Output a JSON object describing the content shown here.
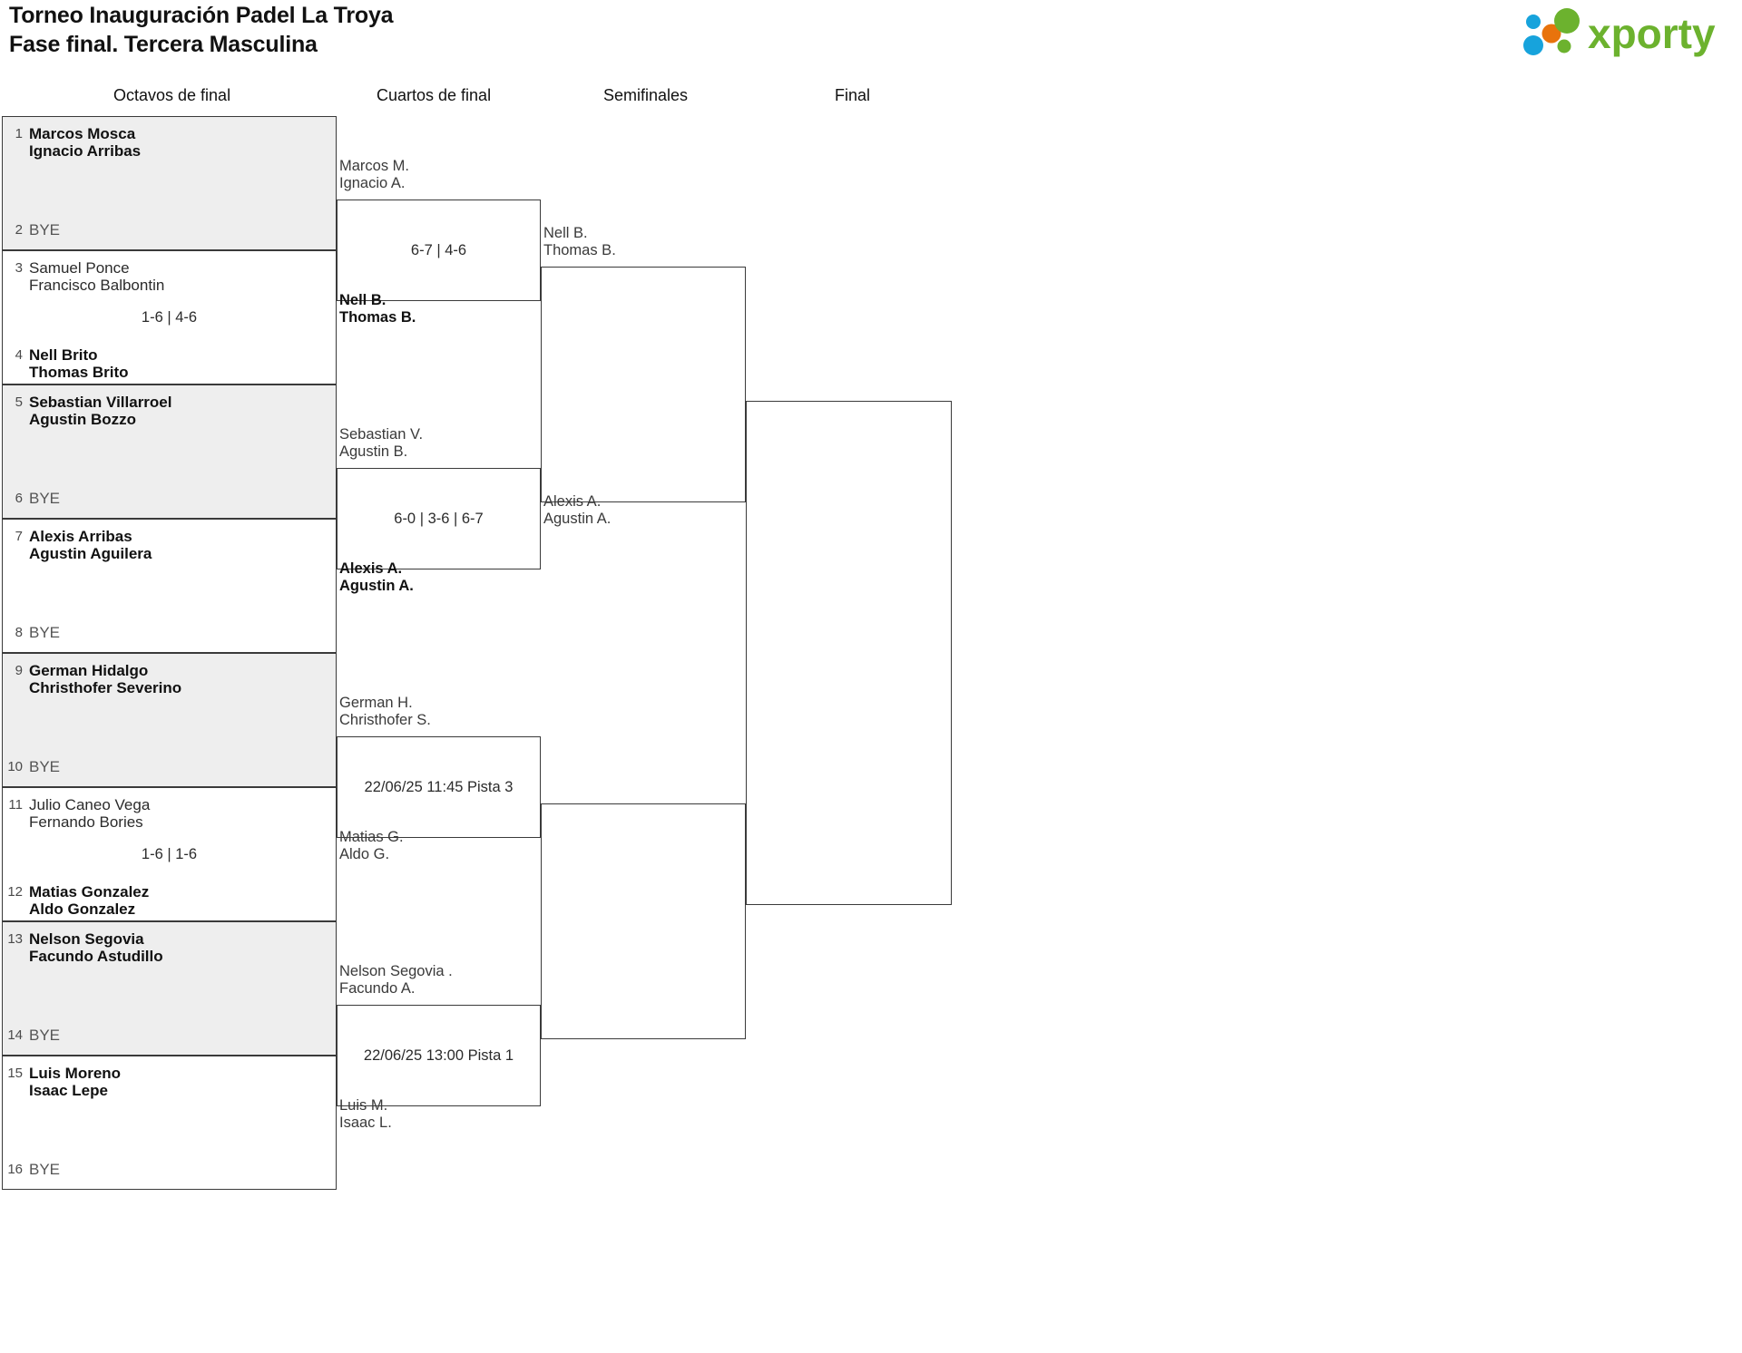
{
  "header": {
    "title_line1": "Torneo Inauguración Padel La Troya",
    "title_line2": "Fase final. Tercera Masculina",
    "logo_text": "xporty",
    "logo_colors": {
      "green": "#6cb22e",
      "blue": "#17a3dc",
      "orange": "#e8730c"
    }
  },
  "rounds": [
    {
      "label": "Octavos de final"
    },
    {
      "label": "Cuartos de final"
    },
    {
      "label": "Semifinales"
    },
    {
      "label": "Final"
    }
  ],
  "bye_label": "BYE",
  "round1": {
    "matches": [
      {
        "shaded": true,
        "top": {
          "seed": "1",
          "players": [
            "Marcos Mosca",
            "Ignacio Arribas"
          ],
          "winner": true,
          "bye": false
        },
        "bottom": {
          "seed": "2",
          "players": [],
          "winner": false,
          "bye": true
        },
        "result": ""
      },
      {
        "shaded": false,
        "top": {
          "seed": "3",
          "players": [
            "Samuel Ponce",
            "Francisco Balbontin"
          ],
          "winner": false,
          "bye": false
        },
        "bottom": {
          "seed": "4",
          "players": [
            "Nell Brito",
            "Thomas Brito"
          ],
          "winner": true,
          "bye": false
        },
        "result": "1-6 | 4-6"
      },
      {
        "shaded": true,
        "top": {
          "seed": "5",
          "players": [
            "Sebastian Villarroel",
            "Agustin Bozzo"
          ],
          "winner": true,
          "bye": false
        },
        "bottom": {
          "seed": "6",
          "players": [],
          "winner": false,
          "bye": true
        },
        "result": ""
      },
      {
        "shaded": false,
        "top": {
          "seed": "7",
          "players": [
            "Alexis Arribas",
            "Agustin Aguilera"
          ],
          "winner": true,
          "bye": false
        },
        "bottom": {
          "seed": "8",
          "players": [],
          "winner": false,
          "bye": true
        },
        "result": ""
      },
      {
        "shaded": true,
        "top": {
          "seed": "9",
          "players": [
            "German Hidalgo",
            "Christhofer Severino"
          ],
          "winner": true,
          "bye": false
        },
        "bottom": {
          "seed": "10",
          "players": [],
          "winner": false,
          "bye": true
        },
        "result": ""
      },
      {
        "shaded": false,
        "top": {
          "seed": "11",
          "players": [
            "Julio Caneo Vega",
            "Fernando Bories"
          ],
          "winner": false,
          "bye": false
        },
        "bottom": {
          "seed": "12",
          "players": [
            "Matias Gonzalez",
            "Aldo Gonzalez"
          ],
          "winner": true,
          "bye": false
        },
        "result": "1-6 | 1-6"
      },
      {
        "shaded": true,
        "top": {
          "seed": "13",
          "players": [
            "Nelson Segovia",
            "Facundo Astudillo"
          ],
          "winner": true,
          "bye": false
        },
        "bottom": {
          "seed": "14",
          "players": [],
          "winner": false,
          "bye": true
        },
        "result": ""
      },
      {
        "shaded": false,
        "top": {
          "seed": "15",
          "players": [
            "Luis Moreno",
            "Isaac Lepe"
          ],
          "winner": true,
          "bye": false
        },
        "bottom": {
          "seed": "16",
          "players": [],
          "winner": false,
          "bye": true
        },
        "result": ""
      }
    ]
  },
  "quarterfinals": {
    "matches": [
      {
        "top": {
          "players": [
            "Marcos M.",
            "Ignacio A."
          ],
          "winner": false
        },
        "bottom": {
          "players": [
            "Nell B.",
            "Thomas B."
          ],
          "winner": true
        },
        "result": "6-7 | 4-6"
      },
      {
        "top": {
          "players": [
            "Sebastian V.",
            "Agustin B."
          ],
          "winner": false
        },
        "bottom": {
          "players": [
            "Alexis A.",
            "Agustin A."
          ],
          "winner": true
        },
        "result": "6-0 | 3-6 | 6-7"
      },
      {
        "top": {
          "players": [
            "German H.",
            "Christhofer S."
          ],
          "winner": false
        },
        "bottom": {
          "players": [
            "Matias G.",
            "Aldo G."
          ],
          "winner": false
        },
        "result": "22/06/25 11:45 Pista 3"
      },
      {
        "top": {
          "players": [
            "Nelson Segovia .",
            "Facundo A."
          ],
          "winner": false
        },
        "bottom": {
          "players": [
            "Luis M.",
            "Isaac L."
          ],
          "winner": false
        },
        "result": "22/06/25 13:00 Pista 1"
      }
    ]
  },
  "semifinals": {
    "matches": [
      {
        "top": {
          "players": [
            "Nell B.",
            "Thomas B."
          ],
          "winner": false
        },
        "bottom": {
          "players": [
            "Alexis A.",
            "Agustin A."
          ],
          "winner": false
        },
        "result": ""
      },
      {
        "top": {
          "players": [],
          "winner": false
        },
        "bottom": {
          "players": [],
          "winner": false
        },
        "result": ""
      }
    ]
  },
  "final": {
    "matches": [
      {
        "top": {
          "players": [],
          "winner": false
        },
        "bottom": {
          "players": [],
          "winner": false
        },
        "result": ""
      }
    ]
  }
}
